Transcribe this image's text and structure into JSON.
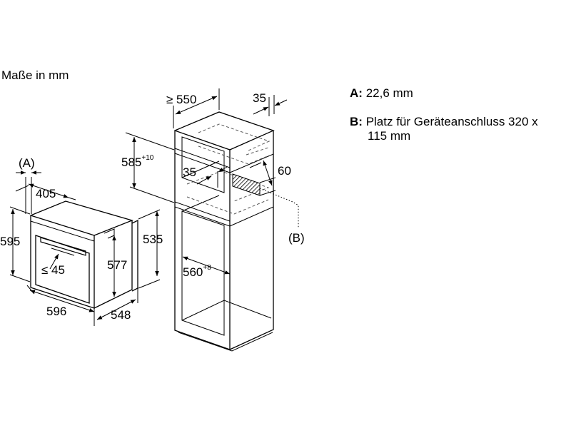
{
  "units_note": "Maße in mm",
  "legend": {
    "a_key": "A:",
    "a_text": "22,6 mm",
    "b_key": "B:",
    "b_text_line1": "Platz für Geräteanschluss 320 x",
    "b_text_line2": "115 mm"
  },
  "oven": {
    "marker_a": "(A)",
    "dim_depth_front": "405",
    "dim_height_total": "595",
    "dim_height_body": "535",
    "dim_inner_height": "577",
    "dim_handle": "≤ 45",
    "dim_width": "596",
    "dim_depth": "548"
  },
  "cabinet": {
    "dim_depth": "≥ 550",
    "dim_depth_top": "35",
    "dim_niche_height": "585",
    "dim_niche_height_tol": "+10",
    "dim_rear_gap": "35",
    "dim_side": "60",
    "dim_niche_width": "560",
    "dim_niche_width_tol": "+8",
    "marker_b": "(B)"
  }
}
